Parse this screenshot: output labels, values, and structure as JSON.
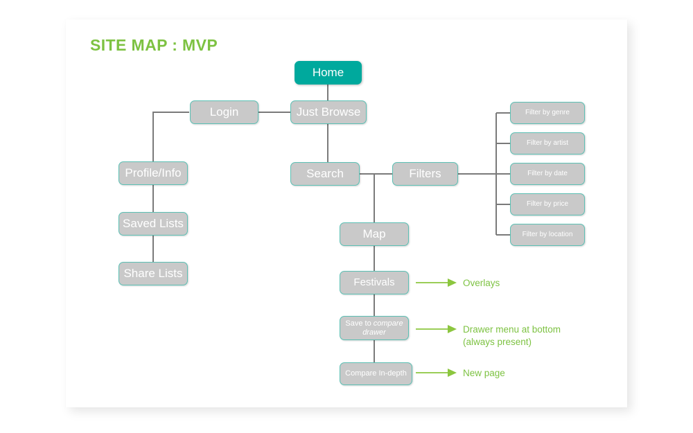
{
  "page": {
    "title": "SITE MAP : MVP",
    "background": "#ffffff",
    "card_background": "#ffffff"
  },
  "colors": {
    "accent_green": "#7DC242",
    "node_teal": "#00A99D",
    "node_gray": "#C9C9C9",
    "node_border": "#5BC0B4",
    "node_text": "#ffffff",
    "connector": "#7A7A7A"
  },
  "nodes": {
    "home": {
      "label": "Home"
    },
    "login": {
      "label": "Login"
    },
    "just_browse": {
      "label": "Just Browse"
    },
    "profile_info": {
      "label": "Profile/Info"
    },
    "saved_lists": {
      "label": "Saved Lists"
    },
    "share_lists": {
      "label": "Share Lists"
    },
    "search": {
      "label": "Search"
    },
    "filters": {
      "label": "Filters"
    },
    "map": {
      "label": "Map"
    },
    "festivals": {
      "label": "Festivals"
    },
    "save_to_drawer": {
      "label_plain": "Save to ",
      "label_italic": "compare drawer"
    },
    "compare_in_depth": {
      "label": "Compare In-depth"
    }
  },
  "filter_options": [
    {
      "label": "Filter by genre"
    },
    {
      "label": "Filter by artist"
    },
    {
      "label": "Filter by date"
    },
    {
      "label": "Filter by price"
    },
    {
      "label": "Filter by location"
    }
  ],
  "annotations": [
    {
      "text": "Overlays"
    },
    {
      "text": "Drawer menu at bottom\n(always present)"
    },
    {
      "text": "New page"
    }
  ]
}
